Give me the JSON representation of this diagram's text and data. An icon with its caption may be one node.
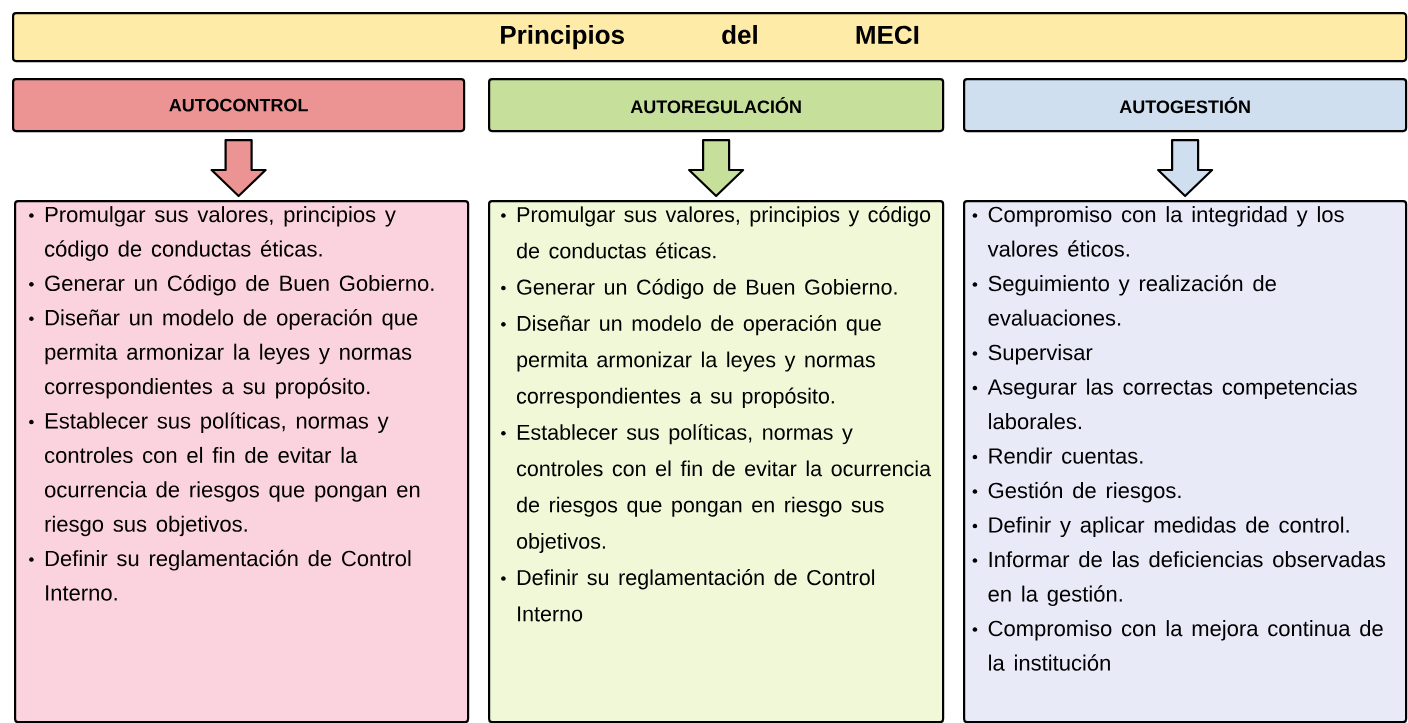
{
  "diagram": {
    "nodes": [
      {
        "text": [
          "Principios del MECI"
        ]
      },
      {
        "text": [
          "AUTOCONTROL"
        ]
      },
      {
        "text": [
          "AUTOREGULACIÓN"
        ]
      },
      {
        "text": [
          "AUTOGESTIÓN"
        ]
      },
      {
        "text": [
          "Promulgar sus valores, principios y código de conductas éticas.",
          "Generar un Código de Buen Gobierno.",
          "Diseñar un modelo de operación que permita armonizar la leyes y normas correspondientes a su propósito.",
          "Establecer sus políticas, normas y controles con el fin de evitar la ocurrencia de riesgos que pongan en riesgo sus objetivos.",
          "Definir su reglamentación de Control Interno."
        ]
      },
      {
        "text": [
          "Promulgar sus valores, principios y código de conductas éticas.",
          "Generar un Código de Buen Gobierno.",
          "Diseñar un modelo de operación que permita armonizar la leyes y normas correspondientes a su propósito.",
          "Establecer sus políticas, normas y controles con el fin de evitar la ocurrencia de riesgos que pongan en riesgo sus objetivos.",
          "Definir su reglamentación de Control Interno"
        ]
      },
      {
        "text": [
          "Compromiso con la integridad y los valores éticos.",
          "Seguimiento y realización de evaluaciones.",
          "Supervisar",
          "Asegurar las correctas competencias laborales.",
          "Rendir cuentas.",
          "Gestión de riesgos.",
          "Definir y aplicar medidas de control.",
          "Informar de las deficiencias observadas en la gestión.",
          "Compromiso con la mejora continua de la institución"
        ]
      }
    ],
    "edges": [
      {
        "from": 1,
        "to": 4,
        "arrow": "to",
        "color": "#ec9494"
      },
      {
        "from": 2,
        "to": 5,
        "arrow": "to",
        "color": "#c6e09b"
      },
      {
        "from": 3,
        "to": 6,
        "arrow": "to",
        "color": "#cfdff0"
      }
    ]
  }
}
